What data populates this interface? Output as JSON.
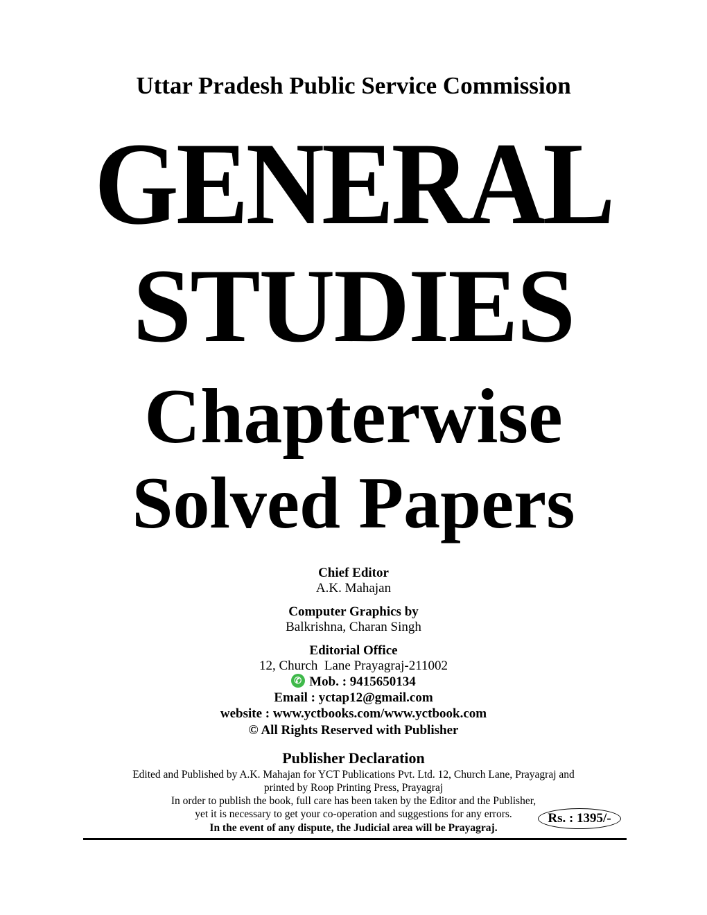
{
  "header": {
    "organization": "Uttar Pradesh Public Service Commission"
  },
  "title": {
    "line1": "GENERAL",
    "line2": "STUDIES",
    "line3": "Chapterwise",
    "line4": "Solved Papers"
  },
  "credits": {
    "chief_editor_label": "Chief Editor",
    "chief_editor": "A.K. Mahajan",
    "graphics_label": "Computer Graphics by",
    "graphics": "Balkrishna, Charan Singh",
    "office_label": "Editorial Office",
    "office_address": "12, Church  Lane Prayagraj-211002",
    "mobile": "Mob. : 9415650134",
    "email": "Email : yctap12@gmail.com",
    "website": "website : www.yctbooks.com/www.yctbook.com",
    "rights": "© All Rights Reserved with Publisher"
  },
  "declaration": {
    "heading": "Publisher Declaration",
    "line1": "Edited and Published by A.K. Mahajan for YCT Publications Pvt. Ltd. 12, Church Lane, Prayagraj and",
    "line2": "printed by Roop Printing Press, Prayagraj",
    "line3": "In order to publish the book, full care has been taken by the Editor and the Publisher,",
    "line4": "yet it is necessary to get your co-operation and suggestions for any errors.",
    "line5": "In the event of any dispute, the Judicial area will be Prayagraj.",
    "price": "Rs. : 1395/-"
  },
  "colors": {
    "whatsapp": "#3fb94a"
  }
}
